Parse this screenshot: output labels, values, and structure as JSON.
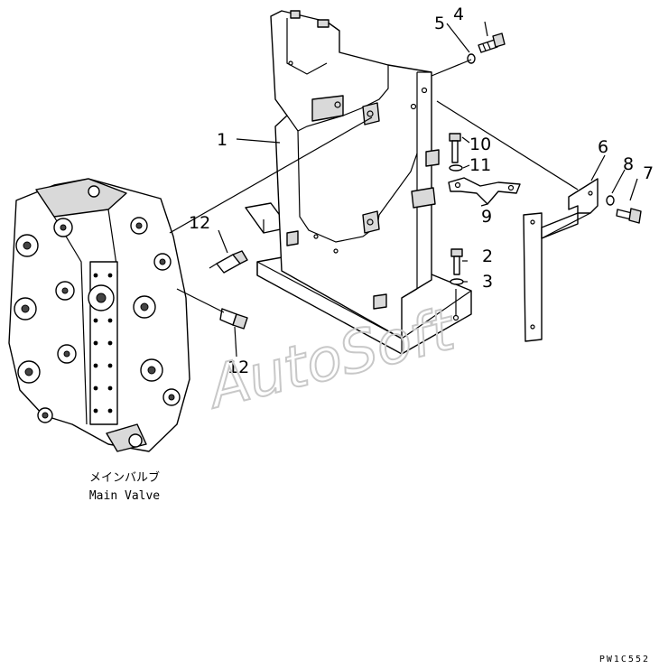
{
  "callouts": [
    "1",
    "2",
    "3",
    "4",
    "5",
    "6",
    "7",
    "8",
    "9",
    "10",
    "11",
    "12",
    "12"
  ],
  "caption_jp": "メインバルブ",
  "caption_en": "Main Valve",
  "watermark": "AutoSoft",
  "drawing_code": "PW1C552"
}
